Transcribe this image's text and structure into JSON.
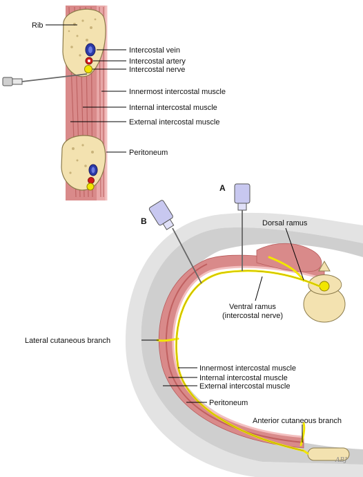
{
  "top_panel": {
    "labels": {
      "rib": "Rib",
      "intercostal_vein": "Intercostal vein",
      "intercostal_artery": "Intercostal artery",
      "intercostal_nerve": "Intercostal nerve",
      "innermost_muscle": "Innermost intercostal muscle",
      "internal_muscle": "Internal intercostal muscle",
      "external_muscle": "External intercostal muscle",
      "peritoneum": "Peritoneum"
    }
  },
  "bottom_panel": {
    "needle_a": "A",
    "needle_b": "B",
    "labels": {
      "dorsal_ramus": "Dorsal ramus",
      "ventral_ramus_line1": "Ventral ramus",
      "ventral_ramus_line2": "(intercostal nerve)",
      "lateral_cutaneous": "Lateral cutaneous branch",
      "innermost_muscle": "Innermost intercostal muscle",
      "internal_muscle": "Internal intercostal muscle",
      "external_muscle": "External intercostal muscle",
      "peritoneum": "Peritoneum",
      "anterior_cutaneous": "Anterior cutaneous branch"
    }
  },
  "signature": "ABJ",
  "colors": {
    "bone": "#f3e2b0",
    "bone_outline": "#8a7a4a",
    "muscle": "#d98a8a",
    "muscle_dark": "#c06060",
    "vein": "#2b3aa8",
    "artery": "#d11a1a",
    "nerve": "#f2e600",
    "skin": "#d8d8d8",
    "syringe": "#c8c8f0"
  }
}
